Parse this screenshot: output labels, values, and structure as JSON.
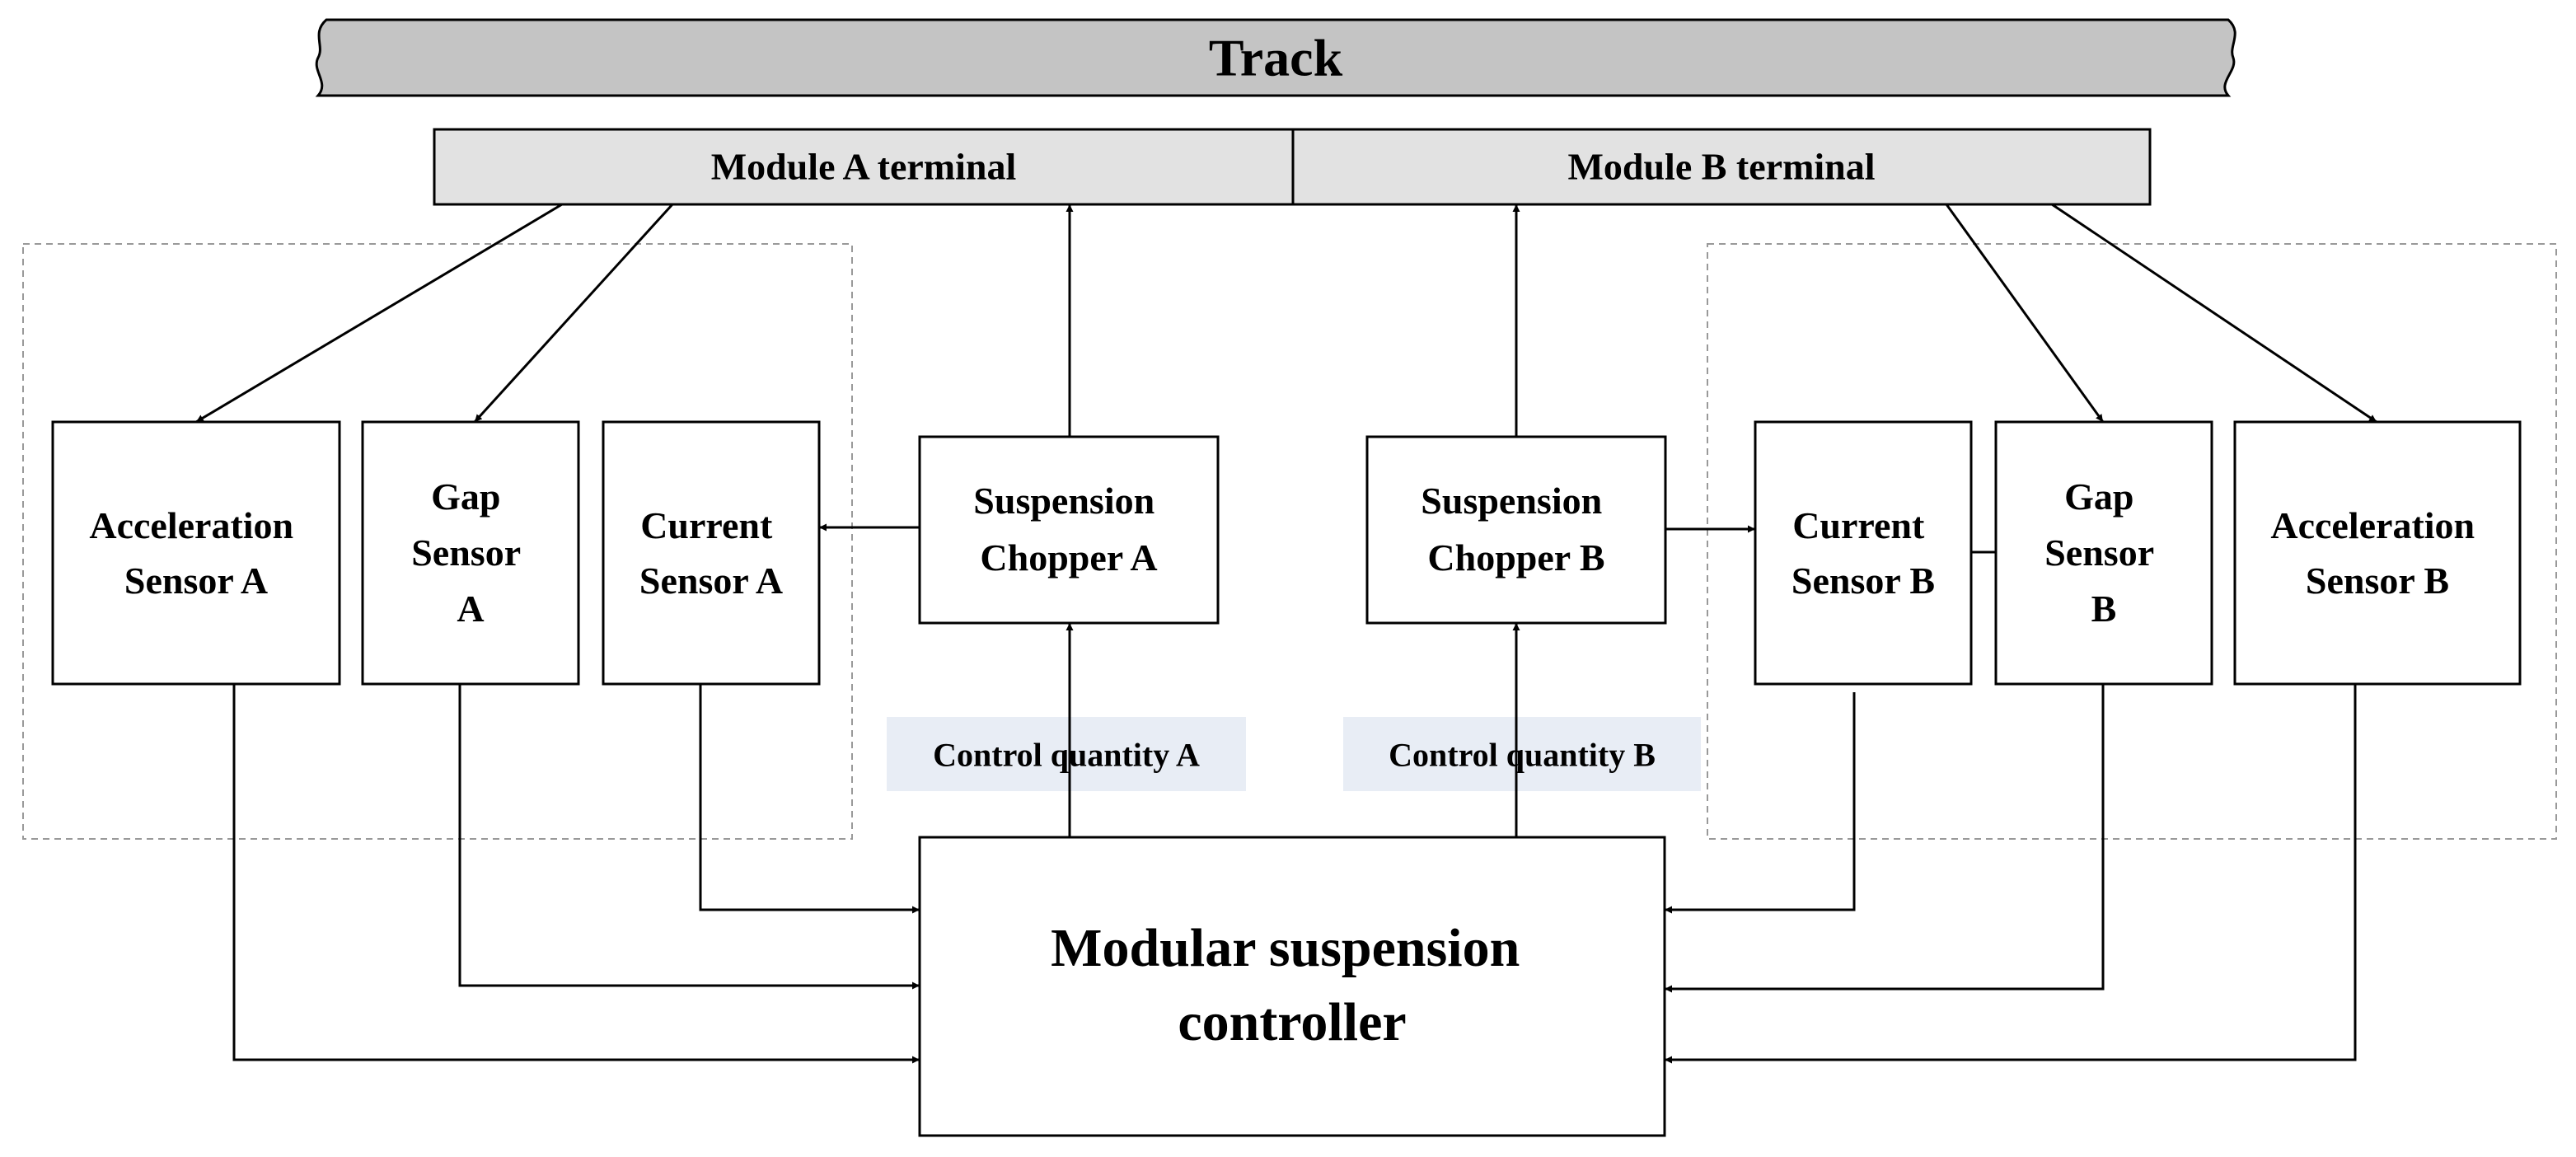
{
  "track": {
    "label": "Track"
  },
  "terminals": {
    "a": "Module A terminal",
    "b": "Module B terminal"
  },
  "sensors_a": {
    "acceleration": [
      "Acceleration",
      "Sensor A"
    ],
    "gap": [
      "Gap",
      "Sensor",
      "A"
    ],
    "current": [
      "Current",
      "Sensor A"
    ]
  },
  "sensors_b": {
    "current": [
      "Current",
      "Sensor B"
    ],
    "gap": [
      "Gap",
      "Sensor",
      "B"
    ],
    "acceleration": [
      "Acceleration",
      "Sensor B"
    ]
  },
  "choppers": {
    "a": [
      "Suspension",
      "Chopper A"
    ],
    "b": [
      "Suspension",
      "Chopper B"
    ]
  },
  "control": {
    "a": "Control quantity A",
    "b": "Control quantity B"
  },
  "controller": [
    "Modular suspension",
    "controller"
  ],
  "colors": {
    "track_fill": "#c4c4c4",
    "terminal_fill": "#e2e2e2",
    "label_bg": "#e8edf5",
    "dashed": "#999999",
    "line": "#000000"
  }
}
